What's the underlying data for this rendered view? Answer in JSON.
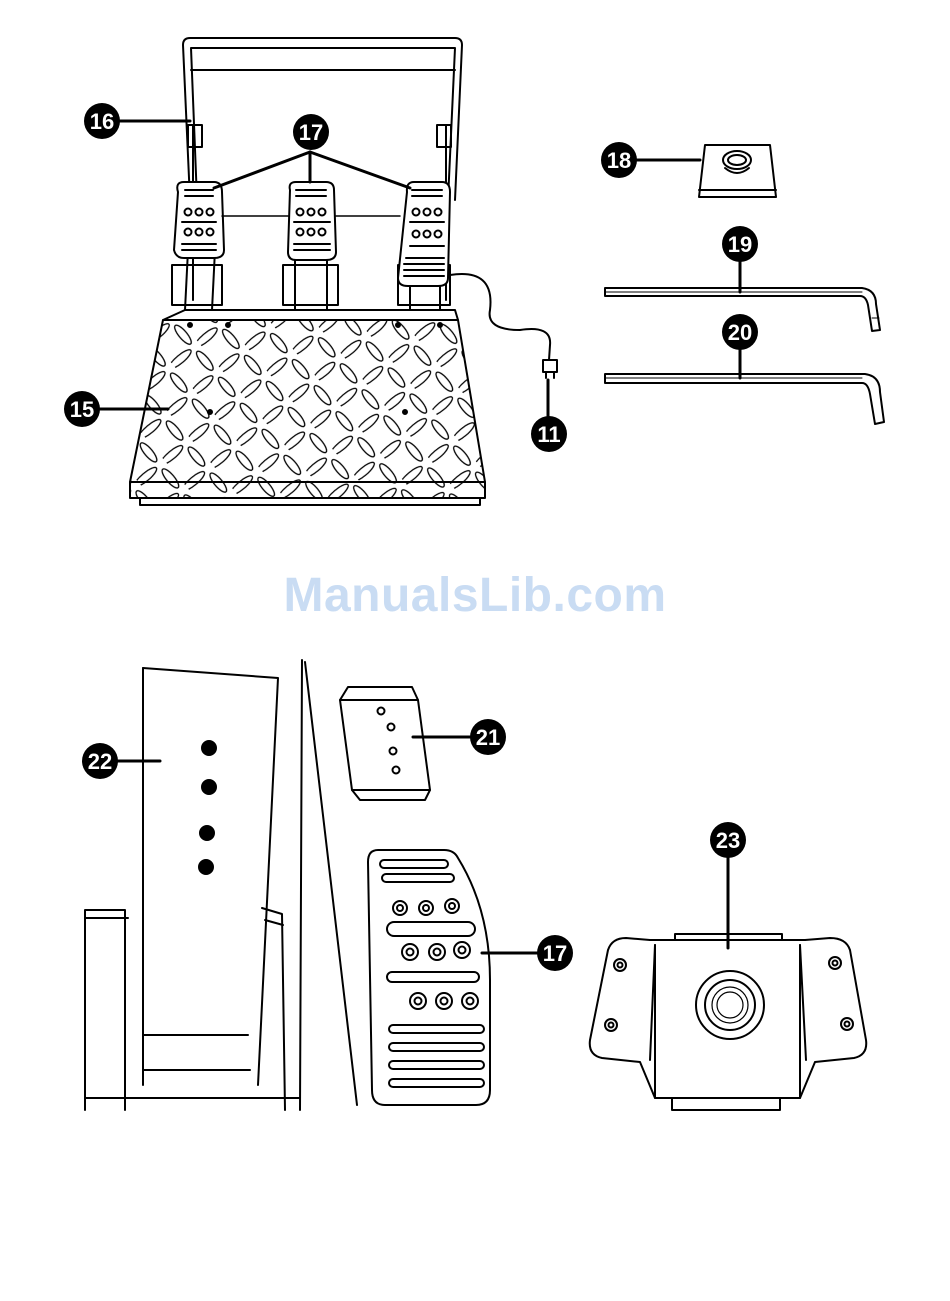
{
  "watermark": "ManualsLib.com",
  "callouts": {
    "c16": "16",
    "c17_top": "17",
    "c18": "18",
    "c19": "19",
    "c20": "20",
    "c15": "15",
    "c11": "11",
    "c22": "22",
    "c21": "21",
    "c17_bottom": "17",
    "c23": "23"
  },
  "colors": {
    "line": "#000000",
    "callout_fill": "#000000",
    "watermark": "#c9dcf3"
  }
}
